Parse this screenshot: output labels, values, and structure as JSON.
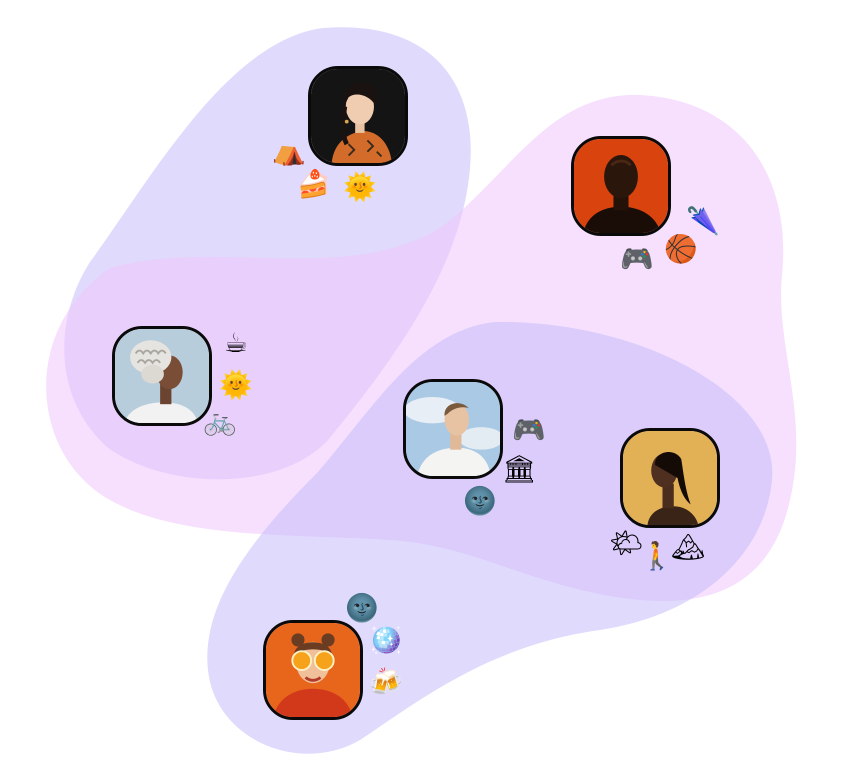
{
  "groups": [
    {
      "name": "group-1",
      "color": "#c7bcfb"
    },
    {
      "name": "group-2",
      "color": "#efc7fb"
    },
    {
      "name": "group-3",
      "color": "#c7bcfb"
    }
  ],
  "people": [
    {
      "id": "person-red-jacket",
      "portrait": "woman-in-orange-patterned-jacket",
      "background": "#141414",
      "emojis": [
        "⛺",
        "🍰",
        "🌞"
      ]
    },
    {
      "id": "person-orange-backdrop",
      "portrait": "man-in-shadow-on-orange",
      "background": "#d9430e",
      "emojis": [
        "🌂",
        "🎮",
        "🏀"
      ]
    },
    {
      "id": "person-braids",
      "portrait": "woman-with-braided-updo",
      "background": "#b8cddc",
      "emojis": [
        "☕",
        "🌞",
        "🚲"
      ]
    },
    {
      "id": "person-white-tee",
      "portrait": "man-in-white-tee-sky",
      "background": "#a9c9e4",
      "emojis": [
        "🎮",
        "🏛",
        "🌚"
      ]
    },
    {
      "id": "person-gold-backdrop",
      "portrait": "woman-profile-on-gold",
      "background": "#e2b055",
      "emojis": [
        "🌤",
        "🚶",
        "🏔"
      ]
    },
    {
      "id": "person-oranges",
      "portrait": "girl-holding-orange-slices",
      "background": "#e8661c",
      "emojis": [
        "🌚",
        "🪩",
        "🍻"
      ]
    }
  ]
}
